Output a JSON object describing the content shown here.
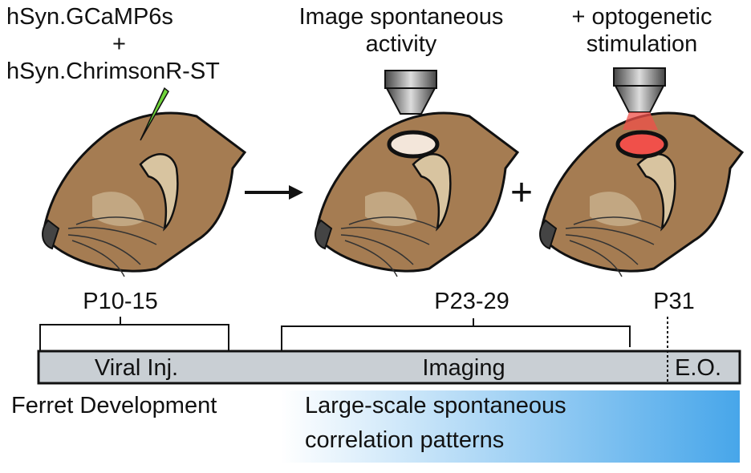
{
  "labels": {
    "injection_line1": "hSyn.GCaMP6s",
    "injection_plus": "+",
    "injection_line2": "hSyn.ChrimsonR-ST",
    "imaging_line1": "Image spontaneous",
    "imaging_line2": "activity",
    "opto_line1": "+ optogenetic",
    "opto_line2": "stimulation",
    "combine_plus": "+"
  },
  "timeline": {
    "age_injection": "P10-15",
    "age_imaging": "P23-29",
    "age_eye_opening": "P31",
    "bar_viral": "Viral Inj.",
    "bar_imaging": "Imaging",
    "bar_eo": "E.O.",
    "axis_label": "Ferret Development",
    "pattern_line1": "Large-scale spontaneous",
    "pattern_line2": "correlation patterns"
  },
  "colors": {
    "fur": "#a57c52",
    "ear": "#d8c4a0",
    "bar": "#c9cfd4",
    "gradient_end": "#47a6ea",
    "laser": "#f0504a",
    "needle": "#6fd43a"
  }
}
